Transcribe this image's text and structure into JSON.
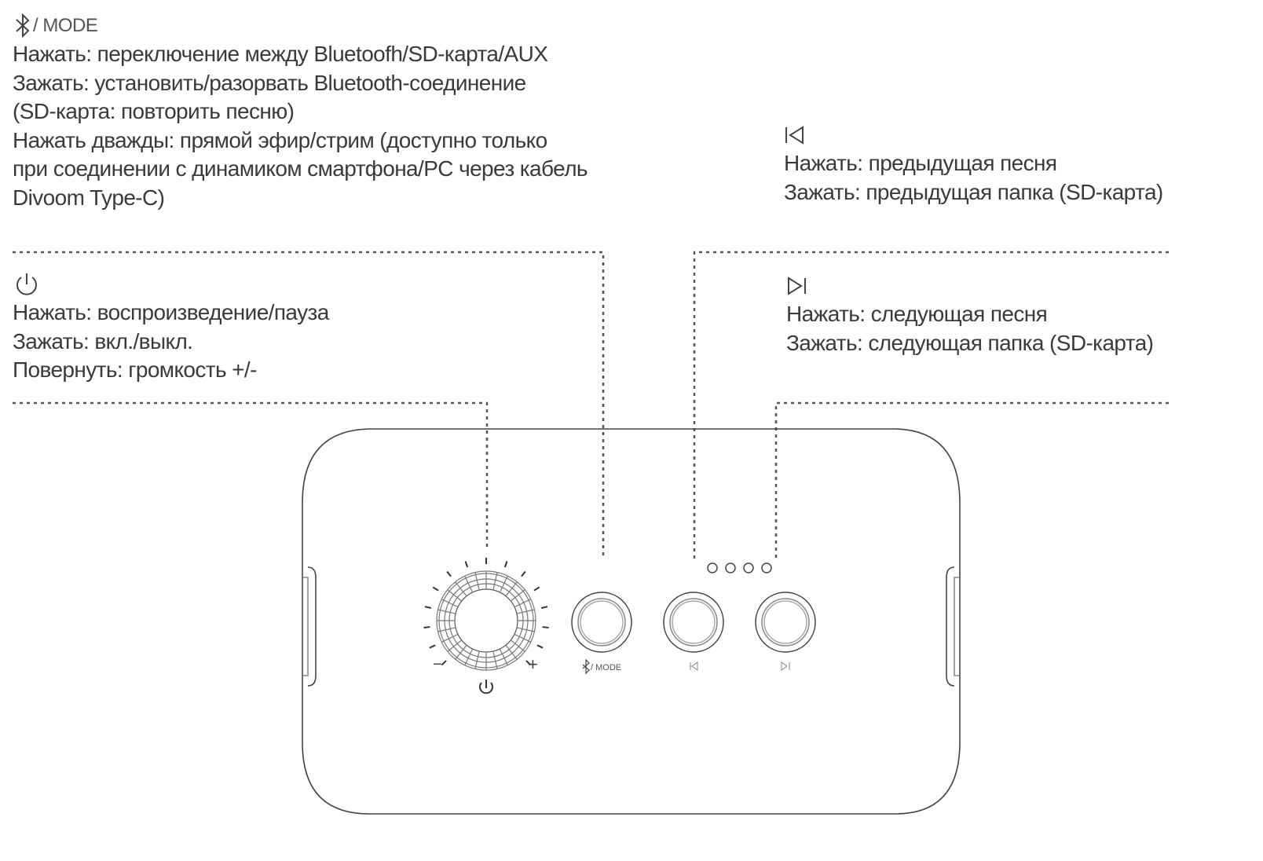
{
  "mode_block": {
    "header": "/ MODE",
    "icon": "bluetooth-icon",
    "lines": [
      "Нажать: переключение между Bluetoofh/SD-карта/AUX",
      "Зажать: установить/разорвать Bluetooth-соединение",
      "(SD-карта: повторить песню)",
      "Нажать дважды: прямой эфир/стрим (доступно только",
      "при соединении с динамиком смартфона/PC через кабель",
      "Divoom Type-C)"
    ]
  },
  "power_block": {
    "icon": "power-icon",
    "lines": [
      "Нажать: воспроизведение/пауза",
      "Зажать: вкл./выкл.",
      "Повернуть: громкость +/-"
    ]
  },
  "prev_block": {
    "icon": "previous-track-icon",
    "lines": [
      "Нажать: предыдущая песня",
      "Зажать: предыдущая папка (SD-карта)"
    ]
  },
  "next_block": {
    "icon": "next-track-icon",
    "lines": [
      "Нажать: следующая песня",
      "Зажать: следующая папка (SD-карта)"
    ]
  },
  "device": {
    "knob_minus": "−",
    "knob_plus": "+",
    "mode_label": "/ MODE"
  }
}
